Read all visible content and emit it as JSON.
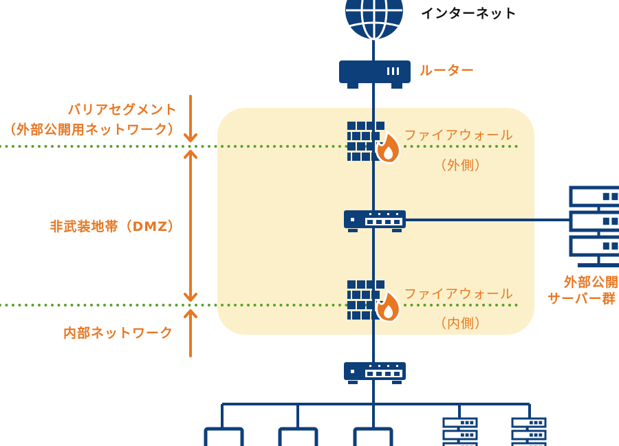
{
  "colors": {
    "navy": "#0d3f7a",
    "orange": "#e87722",
    "green": "#5aa02c",
    "dmz_bg": "#fbf0c9"
  },
  "nodes": {
    "internet": "インターネット",
    "router": "ルーター",
    "fw_outer": {
      "name": "ファイアウォール",
      "side": "（外側）"
    },
    "fw_inner": {
      "name": "ファイアウォール",
      "side": "（内側）"
    },
    "server": {
      "line1": "外部公開",
      "line2": "サーバー群"
    }
  },
  "zones": {
    "barrier_line1": "バリアセグメント",
    "barrier_line2": "（外部公開用ネットワーク）",
    "dmz": "非武装地帯（DMZ）",
    "internal": "内部ネットワーク"
  }
}
